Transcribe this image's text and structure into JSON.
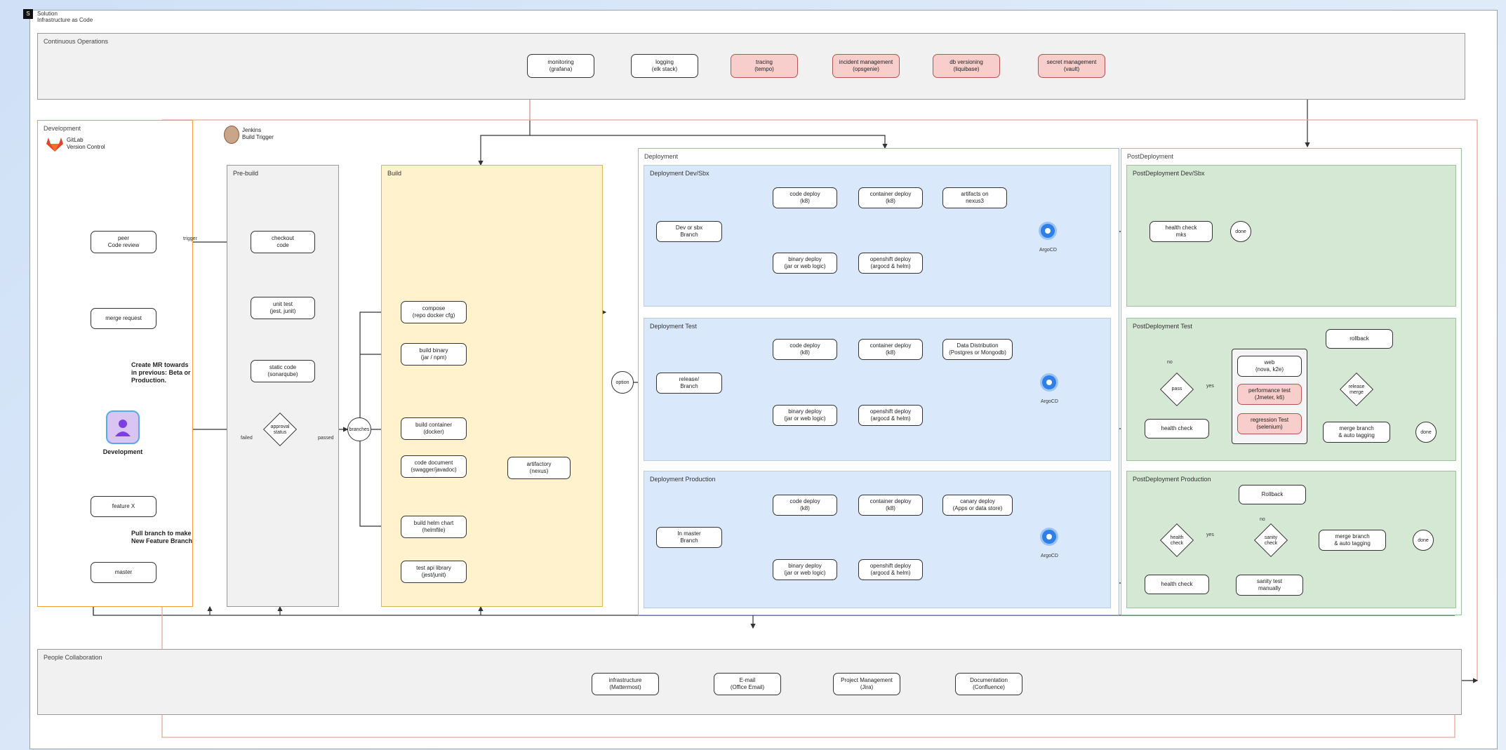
{
  "header": {
    "badge": "S",
    "title": "Solution",
    "subtitle": "Infrastructure as Code"
  },
  "continuous_operations": {
    "label": "Continuous Operations",
    "items": [
      {
        "line1": "monitoring",
        "line2": "(grafana)",
        "style": "white"
      },
      {
        "line1": "logging",
        "line2": "(elk stack)",
        "style": "white"
      },
      {
        "line1": "tracing",
        "line2": "(tempo)",
        "style": "red"
      },
      {
        "line1": "incident management",
        "line2": "(opsgenie)",
        "style": "red"
      },
      {
        "line1": "db versioning",
        "line2": "(liquibase)",
        "style": "red"
      },
      {
        "line1": "secret management",
        "line2": "(vault)",
        "style": "red"
      }
    ]
  },
  "development": {
    "label": "Development",
    "logo_text": "GitLab\nVersion Control",
    "nodes": {
      "code_review": {
        "line1": "peer",
        "line2": "Code review"
      },
      "merge_request": {
        "line1": "merge request",
        "line2": ""
      },
      "developer": "Development",
      "feature": {
        "line1": "feature X",
        "line2": ""
      },
      "master": {
        "line1": "master",
        "line2": ""
      }
    },
    "notes": {
      "create_mr": "Create MR towards\nin previous: Beta or\nProduction.",
      "pull_branch": "Pull branch to make\nNew Feature Branch"
    },
    "edge_trigger": "trigger"
  },
  "pipeline": {
    "avatar_label": "Jenkins\nBuild Trigger",
    "pre_build": {
      "label": "Pre-build",
      "nodes": [
        {
          "line1": "checkout",
          "line2": "code"
        },
        {
          "line1": "unit test",
          "line2": "(jest, junit)"
        },
        {
          "line1": "static code",
          "line2": "(sonarqube)"
        }
      ],
      "diamond": "approval\nstatus",
      "failed": "failed",
      "passed": "passed"
    },
    "build": {
      "label": "Build",
      "nodes": {
        "compose": {
          "line1": "compose",
          "line2": "(repo docker cfg)"
        },
        "build_binary": {
          "line1": "build binary",
          "line2": "(jar / npm)"
        },
        "build_container": {
          "line1": "build container",
          "line2": "(docker)"
        },
        "code_document": {
          "line1": "code document",
          "line2": "(swagger/javadoc)"
        },
        "build_helm": {
          "line1": "build helm chart",
          "line2": "(helmfile)"
        },
        "test_api": {
          "line1": "test api library",
          "line2": "(jest/junit)"
        },
        "artifactory": {
          "line1": "artifactory",
          "line2": "(nexus)"
        }
      },
      "branch_label": "branches",
      "gate_label": "option"
    }
  },
  "deployment": {
    "label": "Deployment",
    "lanes": [
      {
        "label": "Deployment Dev/Sbx",
        "source": {
          "line1": "Dev or sbx",
          "line2": "Branch"
        },
        "targets": [
          {
            "line1": "code deploy",
            "line2": "(k8)"
          },
          {
            "line1": "container deploy",
            "line2": "(k8)"
          },
          {
            "line1": "artifacts on",
            "line2": "nexus3"
          },
          {
            "line1": "binary deploy",
            "line2": "(jar or web logic)"
          },
          {
            "line1": "openshift deploy",
            "line2": "(argocd & helm)"
          }
        ],
        "argo": "ArgoCD"
      },
      {
        "label": "Deployment Test",
        "source": {
          "line1": "release/",
          "line2": "Branch"
        },
        "targets": [
          {
            "line1": "code deploy",
            "line2": "(k8)"
          },
          {
            "line1": "container deploy",
            "line2": "(k8)"
          },
          {
            "line1": "Data Distribution",
            "line2": "(Postgres or Mongodb)"
          },
          {
            "line1": "binary deploy",
            "line2": "(jar or web logic)"
          },
          {
            "line1": "openshift deploy",
            "line2": "(argocd & helm)"
          }
        ],
        "argo": "ArgoCD"
      },
      {
        "label": "Deployment Production",
        "source": {
          "line1": "In master",
          "line2": "Branch"
        },
        "targets": [
          {
            "line1": "code deploy",
            "line2": "(k8)"
          },
          {
            "line1": "container deploy",
            "line2": "(k8)"
          },
          {
            "line1": "canary deploy",
            "line2": "(Apps or data store)"
          },
          {
            "line1": "binary deploy",
            "line2": "(jar or web logic)"
          },
          {
            "line1": "openshift deploy",
            "line2": "(argocd & helm)"
          }
        ],
        "argo": "ArgoCD"
      }
    ]
  },
  "post_deployment": {
    "label": "PostDeployment",
    "lanes": [
      {
        "label": "PostDeployment Dev/Sbx",
        "health": {
          "line1": "health check",
          "line2": "mks"
        },
        "done": "done"
      },
      {
        "label": "PostDeployment Test",
        "rollback": "rollback",
        "health": "health check",
        "tests": [
          {
            "line1": "web",
            "line2": "(nova, k2e)",
            "style": "white"
          },
          {
            "line1": "performance test",
            "line2": "(Jmeter, k6)",
            "style": "red"
          },
          {
            "line1": "regression Test",
            "line2": "(selenium)",
            "style": "red"
          }
        ],
        "merge": {
          "line1": "merge branch",
          "line2": "& auto tagging"
        },
        "diamond1": "pass",
        "diamond2": "release\nmerge",
        "yes": "yes",
        "no": "no",
        "done": "done"
      },
      {
        "label": "PostDeployment Production",
        "rollback": "Rollback",
        "health": "health check",
        "sanity": {
          "line1": "sanity test",
          "line2": "manually"
        },
        "merge": {
          "line1": "merge branch",
          "line2": "& auto tagging"
        },
        "diamond1": "health\ncheck",
        "diamond2": "sanity\ncheck",
        "yes": "yes",
        "no": "no",
        "done": "done"
      }
    ]
  },
  "people_collaboration": {
    "label": "People Collaboration",
    "items": [
      {
        "line1": "infrastructure",
        "line2": "(Mattermost)"
      },
      {
        "line1": "E-mail",
        "line2": "(Office Email)"
      },
      {
        "line1": "Project Management",
        "line2": "(Jira)"
      },
      {
        "line1": "Documentation",
        "line2": "(Confluence)"
      }
    ]
  }
}
